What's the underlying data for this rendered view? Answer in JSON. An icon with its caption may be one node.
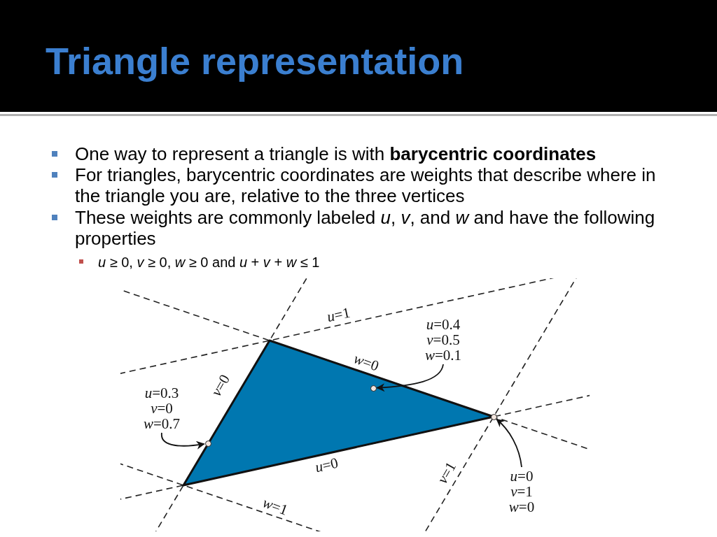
{
  "diagram": {
    "title": "Triangle representation",
    "nodes": [
      {
        "text": [
          "*u*=0.4 *v*=0.5 *w*=0.1"
        ]
      },
      {
        "text": [
          "*u*=0.3 *v*=0 *w*=0.7"
        ]
      },
      {
        "text": [
          "*u*=0 *v*=1 *w*=0"
        ]
      },
      {
        "text": [],
        "shape": "circle"
      },
      {
        "text": [],
        "shape": "circle"
      },
      {
        "text": [],
        "shape": "circle"
      }
    ],
    "edges": [
      {
        "from": 0,
        "to": 3,
        "arrow": "to"
      },
      {
        "from": 1,
        "to": 4,
        "arrow": "to"
      },
      {
        "from": 2,
        "to": 5,
        "arrow": "to"
      }
    ],
    "labels": [
      "One way to represent a triangle is with **barycentric coordinates**",
      "For triangles, barycentric coordinates are weights that describe where in the triangle you are, relative to the three vertices",
      "These weights are commonly labeled *u*, *v*, and *w* and have the following properties",
      "*u* ≥ 0, *v* ≥ 0, *w* ≥ 0 and *u* + *v* + *w* ≤ 1",
      "*u*=1",
      "*w*=0",
      "*v*=0",
      "*u*=0",
      "*v*=1",
      "*w*=1"
    ]
  }
}
